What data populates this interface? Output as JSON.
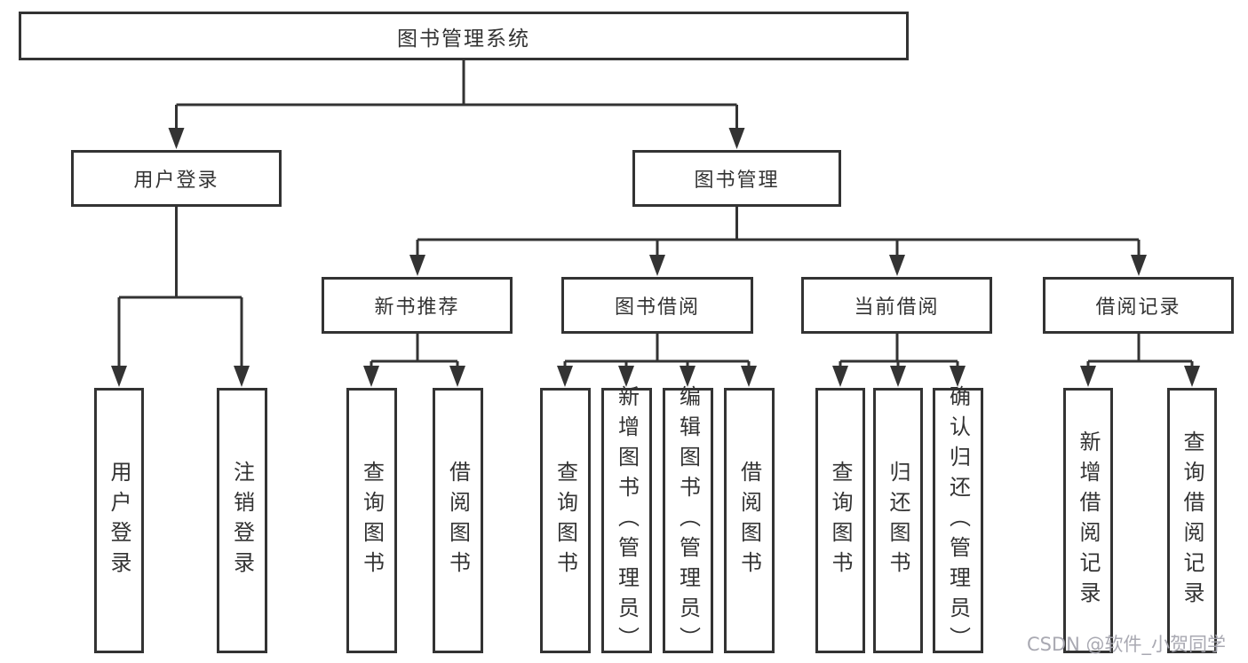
{
  "diagram": {
    "root": {
      "label": "图书管理系统"
    },
    "level2": [
      {
        "label": "用户登录"
      },
      {
        "label": "图书管理"
      }
    ],
    "level3": [
      {
        "label": "新书推荐"
      },
      {
        "label": "图书借阅"
      },
      {
        "label": "当前借阅"
      },
      {
        "label": "借阅记录"
      }
    ],
    "leaves": {
      "user_login": [
        "用户登录",
        "注销登录"
      ],
      "new_book_recommend": [
        "查询图书",
        "借阅图书"
      ],
      "book_borrow": [
        "查询图书",
        "新增图书（管理员）",
        "编辑图书（管理员）",
        "借阅图书"
      ],
      "current_borrow": [
        "查询图书",
        "归还图书",
        "确认归还（管理员）"
      ],
      "borrow_records": [
        "新增借阅记录",
        "查询借阅记录"
      ]
    }
  },
  "watermark": {
    "text": "CSDN @软件_小贺同学"
  },
  "colors": {
    "line": "#333333",
    "border": "#333333",
    "text": "#333333",
    "background": "#ffffff",
    "watermark": "#a4a4ae"
  }
}
